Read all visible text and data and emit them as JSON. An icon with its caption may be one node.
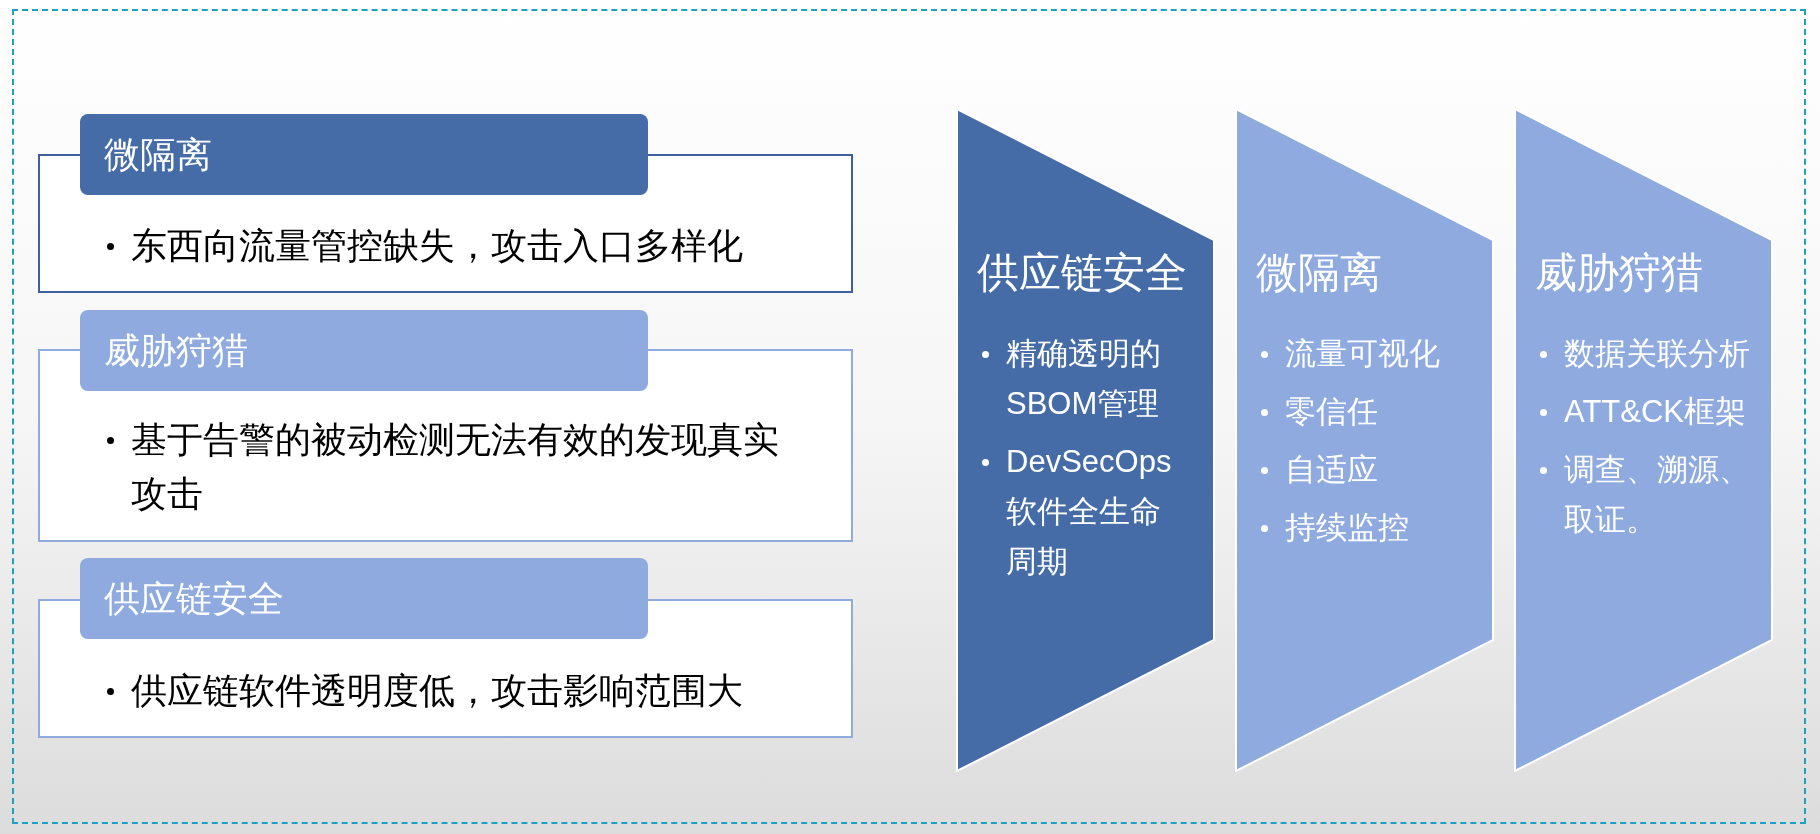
{
  "diagram": {
    "nodes": [
      {
        "text": [
          "微隔离"
        ]
      },
      {
        "text": [
          "东西向流量管控缺失，攻击入口多样化"
        ]
      },
      {
        "text": [
          "威胁狩猎"
        ]
      },
      {
        "text": [
          "基于告警的被动检测无法有效的发现真实攻击"
        ]
      },
      {
        "text": [
          "供应链安全"
        ]
      },
      {
        "text": [
          "供应链软件透明度低，攻击影响范围大"
        ]
      },
      {
        "text": [
          "供应链安全",
          "精确透明的SBOM管理",
          "DevSecOps软件全生命周期"
        ]
      },
      {
        "text": [
          "微隔离",
          "流量可视化",
          "零信任",
          "自适应",
          "持续监控"
        ]
      },
      {
        "text": [
          "威胁狩猎",
          "数据关联分析",
          "ATT&CK框架",
          "调查、溯源、取证。"
        ]
      }
    ]
  }
}
